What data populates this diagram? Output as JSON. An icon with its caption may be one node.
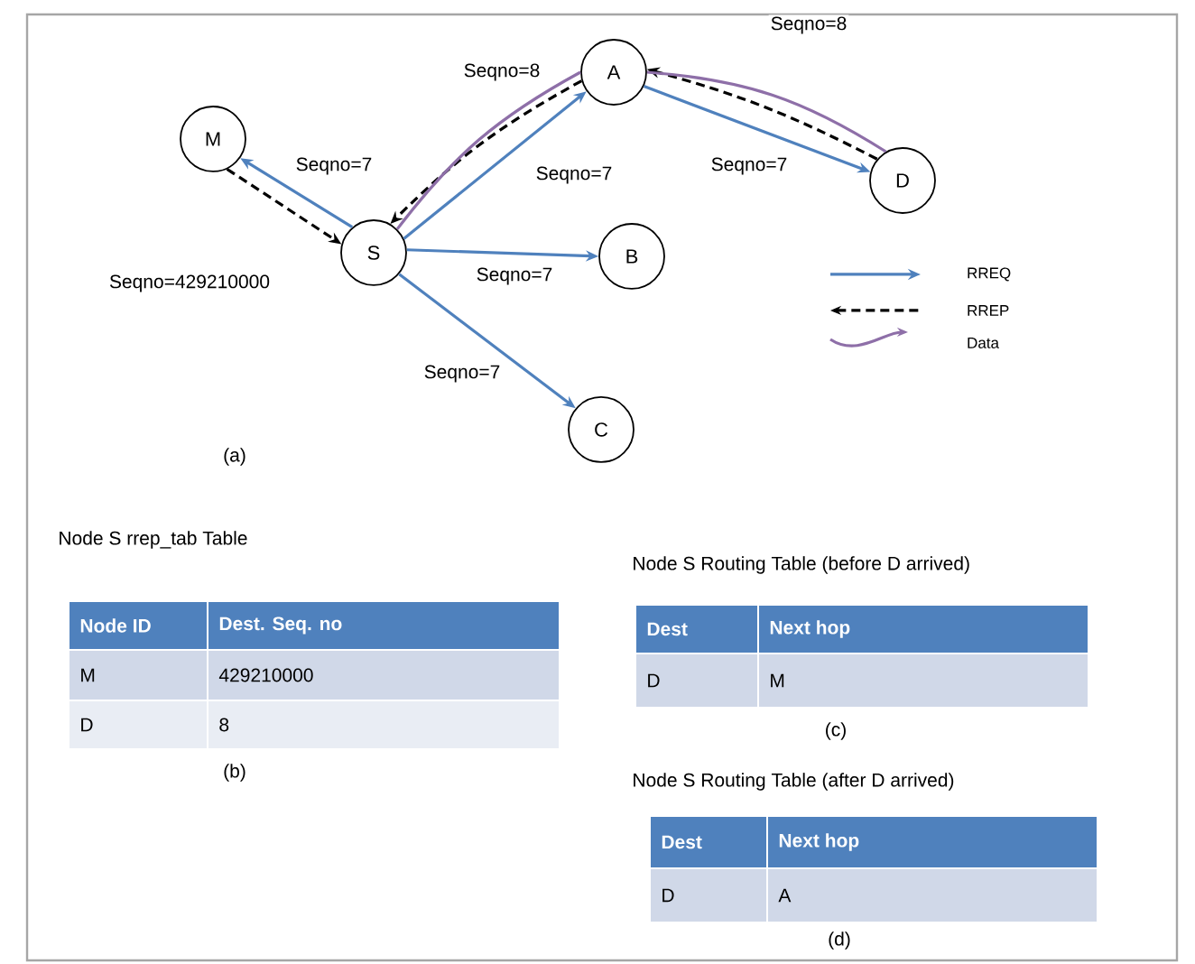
{
  "diagram": {
    "nodes": [
      {
        "text": [
          "A"
        ]
      },
      {
        "text": [
          "M"
        ]
      },
      {
        "text": [
          "D"
        ]
      },
      {
        "text": [
          "S"
        ]
      },
      {
        "text": [
          "B"
        ]
      },
      {
        "text": [
          "C"
        ]
      }
    ],
    "edges": [
      {
        "from": 3,
        "to": 1,
        "arrow": "to",
        "label": "Seqno=7"
      },
      {
        "from": 1,
        "to": 3,
        "arrow": "to",
        "style": "dashed",
        "color": "#000000",
        "label": "Seqno=429210000"
      },
      {
        "from": 3,
        "to": 0,
        "arrow": "to",
        "label": "Seqno=7"
      },
      {
        "from": 0,
        "to": 3,
        "arrow": "to",
        "style": "dashed",
        "color": "#000000",
        "label": "Seqno=8"
      },
      {
        "from": 3,
        "to": 0,
        "arrow": "none",
        "color": "#8e6fa8"
      },
      {
        "from": 0,
        "to": 2,
        "arrow": "to",
        "label": "Seqno=7"
      },
      {
        "from": 2,
        "to": 0,
        "arrow": "to",
        "style": "dashed",
        "color": "#000000",
        "label": "Seqno=8"
      },
      {
        "from": 0,
        "to": 2,
        "arrow": "none",
        "color": "#8e6fa8"
      },
      {
        "from": 3,
        "to": 4,
        "arrow": "to",
        "label": "Seqno=7"
      },
      {
        "from": 3,
        "to": 5,
        "arrow": "to",
        "label": "Seqno=7"
      }
    ],
    "labels": [
      "(a)",
      "Node S rrep_tab Table",
      "Node ID",
      "Dest. Seq. no",
      "M",
      "429210000",
      "D",
      "8",
      "(b)",
      "Node S Routing Table (before D arrived)",
      "Dest",
      "Next hop",
      "D",
      "M",
      "(c)",
      "Node S Routing Table (after D arrived)",
      "Dest",
      "Next hop",
      "D",
      "A",
      "(d)"
    ],
    "legend": [
      {
        "text": "RREQ"
      },
      {
        "text": "RREP"
      },
      {
        "text": "Data"
      }
    ]
  }
}
